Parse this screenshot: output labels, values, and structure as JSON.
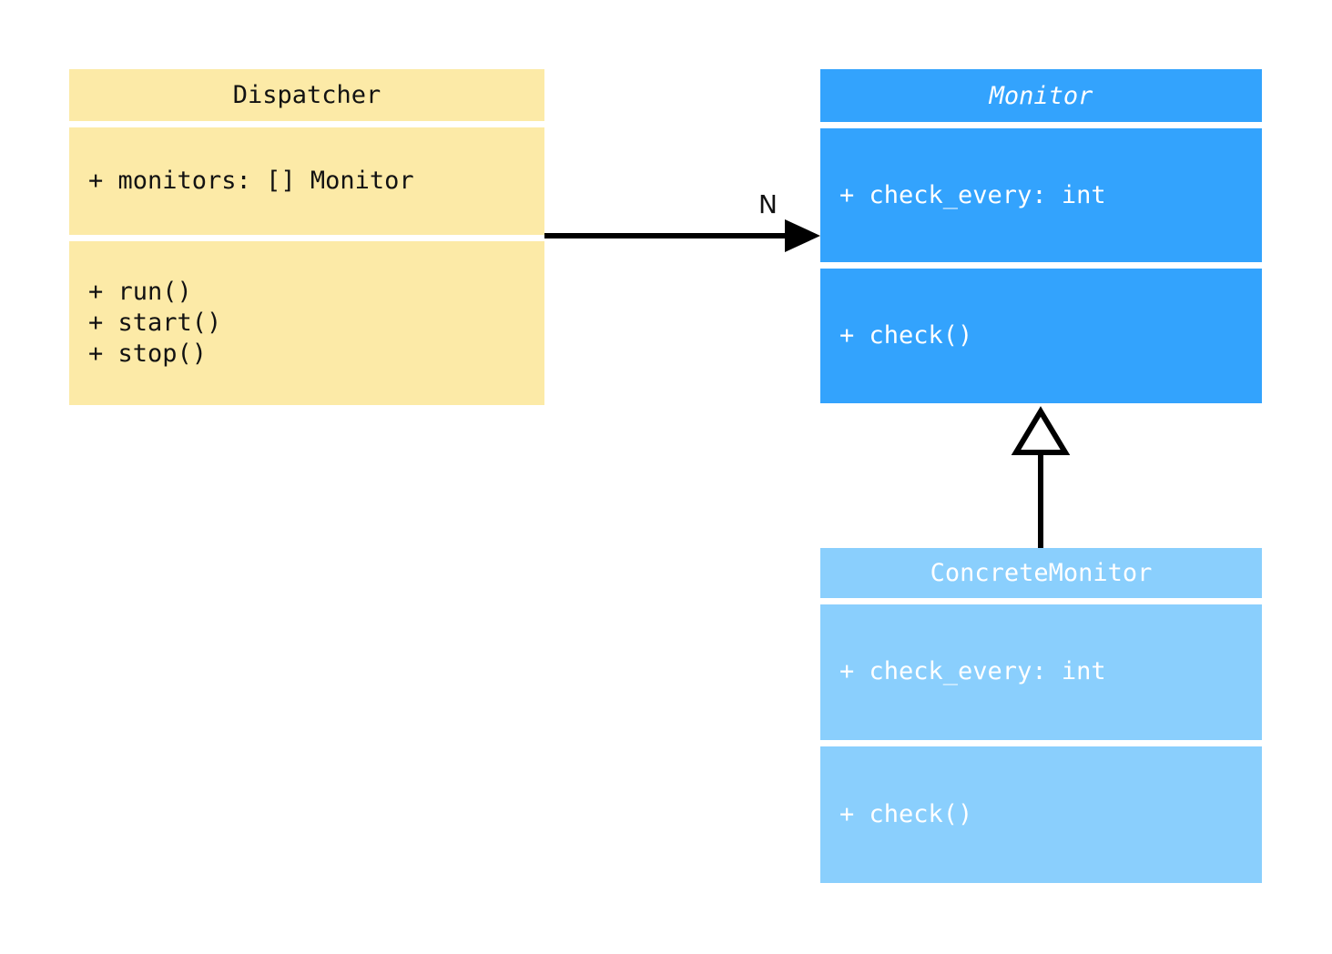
{
  "diagram": {
    "type": "uml-class-diagram",
    "background": "#ffffff"
  },
  "classes": [
    {
      "id": "dispatcher",
      "name": "Dispatcher",
      "abstract": false,
      "fill": "#fceaa7",
      "text_color": "#121212",
      "attributes": [
        "+ monitors: [] Monitor"
      ],
      "methods": [
        "+ run()",
        "+ start()",
        "+ stop()"
      ]
    },
    {
      "id": "monitor",
      "name": "Monitor",
      "abstract": true,
      "fill": "#33a3fd",
      "text_color": "#ffffff",
      "attributes": [
        "+ check_every: int"
      ],
      "methods": [
        "+ check()"
      ]
    },
    {
      "id": "concrete_monitor",
      "name": "ConcreteMonitor",
      "abstract": false,
      "fill": "#8acffd",
      "text_color": "#ffffff",
      "attributes": [
        "+ check_every: int"
      ],
      "methods": [
        "+ check()"
      ]
    }
  ],
  "relationships": [
    {
      "id": "dispatcher-monitor-association",
      "kind": "association",
      "from": "Dispatcher",
      "to": "Monitor",
      "arrowhead": "filled-triangle",
      "line": "solid",
      "label": "N",
      "stroke": "#000000"
    },
    {
      "id": "concrete-monitor-inheritance",
      "kind": "generalization",
      "from": "ConcreteMonitor",
      "to": "Monitor",
      "arrowhead": "hollow-triangle",
      "line": "solid",
      "label": "",
      "stroke": "#000000"
    }
  ]
}
